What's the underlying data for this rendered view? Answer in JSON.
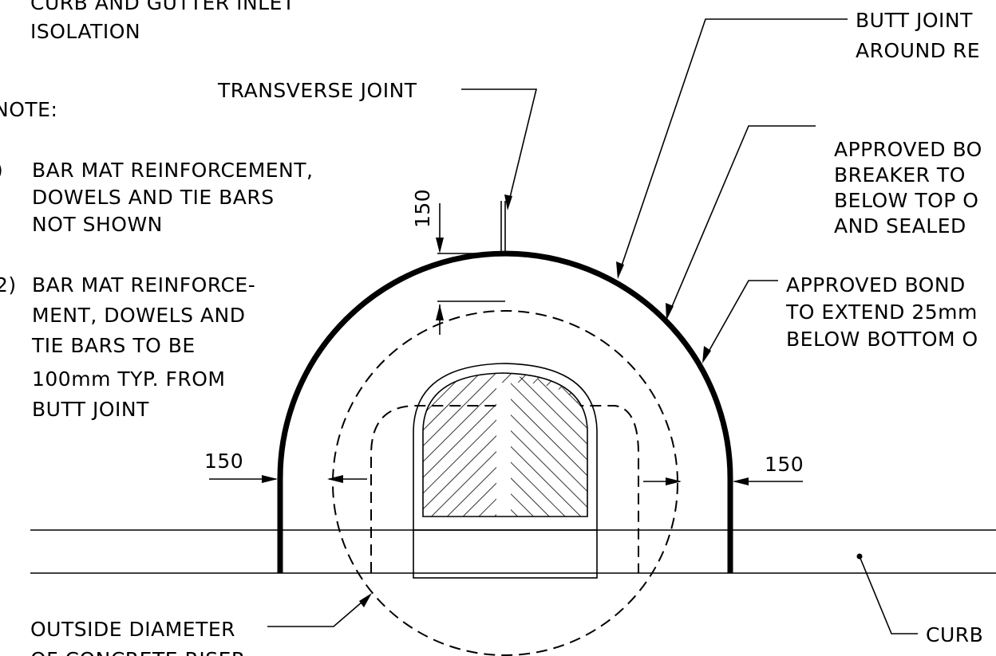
{
  "title_lines": [
    "CURB AND GUTTER INLET",
    "ISOLATION"
  ],
  "notes": {
    "heading": "NOTE:",
    "note1": {
      "marker": ")",
      "lines": [
        "BAR MAT REINFORCEMENT,",
        "DOWELS AND TIE BARS",
        "NOT SHOWN"
      ]
    },
    "note2": {
      "marker": "2)",
      "lines": [
        "BAR MAT REINFORCE-",
        "MENT, DOWELS AND",
        "TIE BARS TO BE",
        "100mm TYP. FROM",
        "BUTT JOINT"
      ]
    }
  },
  "callouts": {
    "transverse_joint": "TRANSVERSE JOINT",
    "butt_joint": [
      "BUTT JOINT",
      "AROUND RE"
    ],
    "bond_breaker_top": [
      "APPROVED BO",
      "BREAKER TO",
      "BELOW TOP O",
      "AND SEALED"
    ],
    "bond_breaker_bottom": [
      "APPROVED BOND",
      "TO EXTEND 25mm",
      "BELOW BOTTOM O"
    ],
    "outside_diameter": [
      "OUTSIDE DIAMETER",
      "OF CONCRETE RISER"
    ],
    "curb": "CURB"
  },
  "dimensions": {
    "top": "150",
    "left": "150",
    "right": "150"
  }
}
